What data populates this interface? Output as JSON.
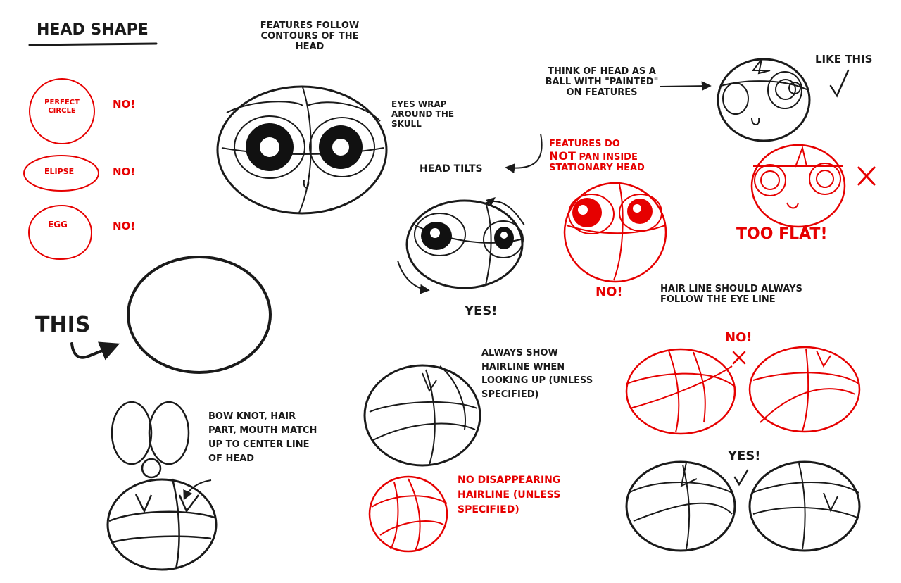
{
  "title": "HEAD SHAPE",
  "colors": {
    "ink": "#1a1a1a",
    "red": "#e60000",
    "paper": "#ffffff"
  },
  "left_column": {
    "perfect_circle": "PERFECT CIRCLE",
    "elipse": "ELIPSE",
    "egg": "EGG",
    "no": "NO!",
    "this": "THIS"
  },
  "center": {
    "features_follow": "FEATURES FOLLOW CONTOURS OF THE HEAD",
    "eyes_wrap": "EYES WRAP AROUND THE SKULL",
    "head_tilts": "HEAD TILTS",
    "yes": "YES!",
    "no": "NO!",
    "features_do_not_pan": [
      "FEATURES DO",
      "NOT",
      "PAN INSIDE",
      "STATIONARY HEAD"
    ]
  },
  "right_column": {
    "think_of_head": "THINK OF HEAD AS A BALL WITH \"PAINTED\" ON FEATURES",
    "like_this": "LIKE THIS",
    "too_flat": "TOO FLAT!",
    "hair_line_rule": "HAIR LINE SHOULD ALWAYS FOLLOW THE EYE LINE",
    "no": "NO!",
    "yes": "YES!"
  },
  "bottom": {
    "bow_knot": "BOW KNOT, HAIR PART, MOUTH MATCH UP TO CENTER LINE OF HEAD",
    "always_show_hairline": "ALWAYS SHOW HAIRLINE WHEN LOOKING UP (UNLESS SPECIFIED)",
    "no_disappearing_hairline": "NO DISAPPEARING HAIRLINE (UNLESS SPECIFIED)"
  }
}
